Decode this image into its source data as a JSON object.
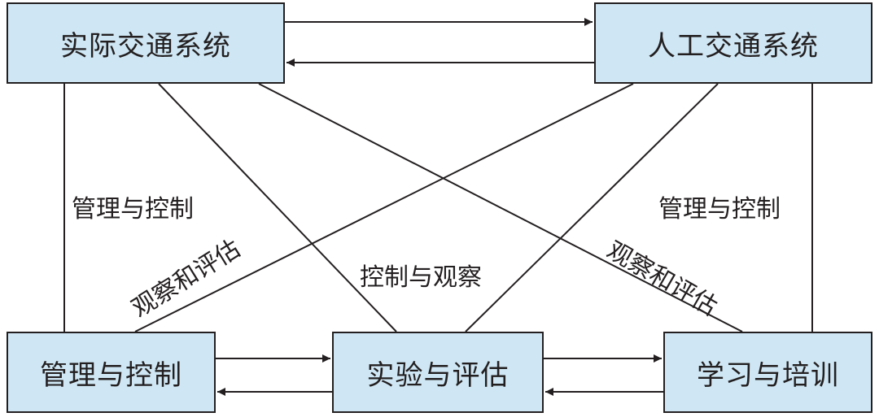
{
  "nodes": {
    "real_traffic": "实际交通系统",
    "artificial_traffic": "人工交通系统",
    "management_control": "管理与控制",
    "experiment_evaluation": "实验与评估",
    "learning_training": "学习与培训"
  },
  "labels": {
    "mgmt_left": "管理与控制",
    "mgmt_right": "管理与控制",
    "control_observe": "控制与观察",
    "observe_left": "观察和评估",
    "observe_right": "观察和评估"
  },
  "colors": {
    "box_fill": "#cfe7f4",
    "line": "#231f20"
  }
}
